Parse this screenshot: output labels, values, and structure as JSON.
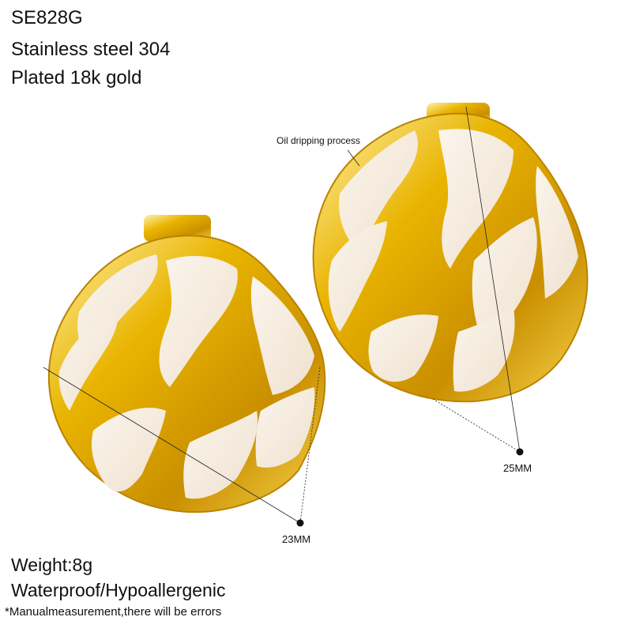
{
  "product": {
    "code": "SE828G",
    "material": "Stainless steel 304",
    "plating": "Plated 18k gold"
  },
  "annotations": {
    "process": "Oil dripping process",
    "width_small": "23MM",
    "width_large": "25MM"
  },
  "details": {
    "weight": "Weight:8g",
    "features": "Waterproof/Hypoallergenic",
    "disclaimer": "*Manualmeasurement,there will be errors"
  },
  "colors": {
    "gold": "#e9b400",
    "enamel": "#f6ece0"
  }
}
